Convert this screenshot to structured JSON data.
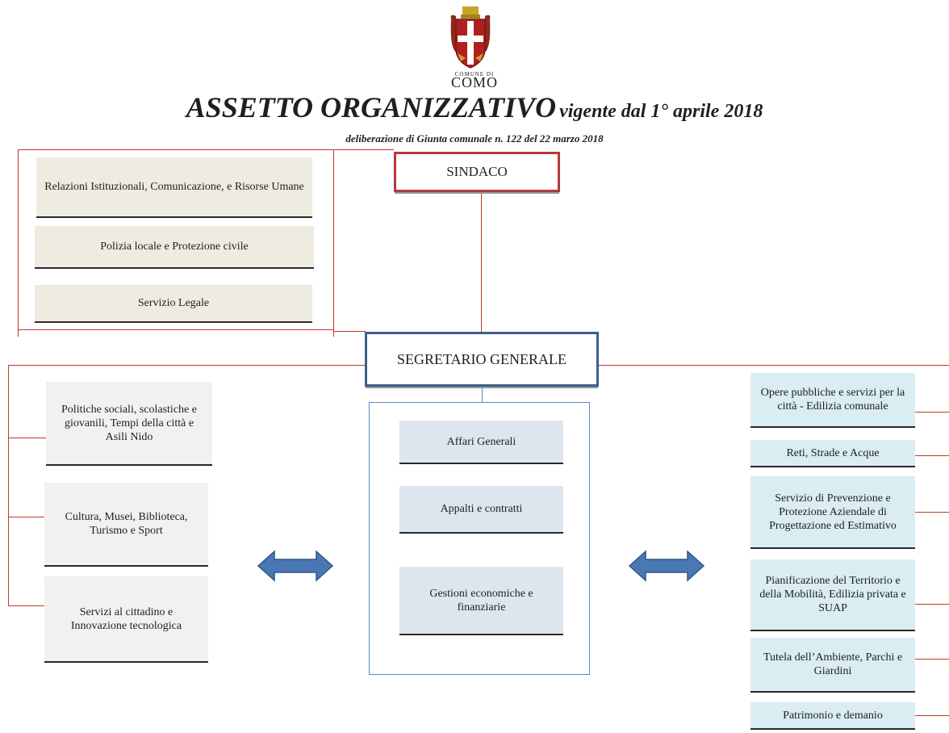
{
  "logo": {
    "small_text": "COMUNE DI",
    "name": "COMO"
  },
  "title": {
    "main": "ASSETTO ORGANIZZATIVO",
    "rest": "vigente dal 1° aprile 2018"
  },
  "subtitle": "deliberazione di Giunta comunale n. 122 del 22 marzo 2018",
  "sindaco": {
    "label": "SINDACO"
  },
  "sindaco_staff": [
    "Relazioni Istituzionali, Comunicazione, e Risorse Umane",
    "Polizia locale e Protezione civile",
    "Servizio Legale"
  ],
  "segretario": {
    "label": "SEGRETARIO GENERALE"
  },
  "left_units": [
    "Politiche sociali, scolastiche e giovanili, Tempi della città e Asili Nido",
    "Cultura, Musei, Biblioteca, Turismo e Sport",
    "Servizi al cittadino e Innovazione tecnologica"
  ],
  "center_units": [
    "Affari Generali",
    "Appalti e contratti",
    "Gestioni economiche e finanziarie"
  ],
  "right_units": [
    "Opere pubbliche e  servizi per la città - Edilizia comunale",
    "Reti, Strade e Acque",
    "Servizio di Prevenzione e Protezione Aziendale di Progettazione ed Estimativo",
    "Pianificazione del Territorio e della Mobilità, Edilizia privata e SUAP",
    "Tutela dell’Ambiente, Parchi e Giardini",
    "Patrimonio e demanio"
  ],
  "colors": {
    "line": "#c0392b",
    "arrow": "#4a78b5",
    "sindaco_border": "#b03b3b",
    "segretario_border": "#3b5f8f"
  },
  "icons": {
    "crest": "como-coat-of-arms",
    "arrows": "double-arrow-icon"
  }
}
